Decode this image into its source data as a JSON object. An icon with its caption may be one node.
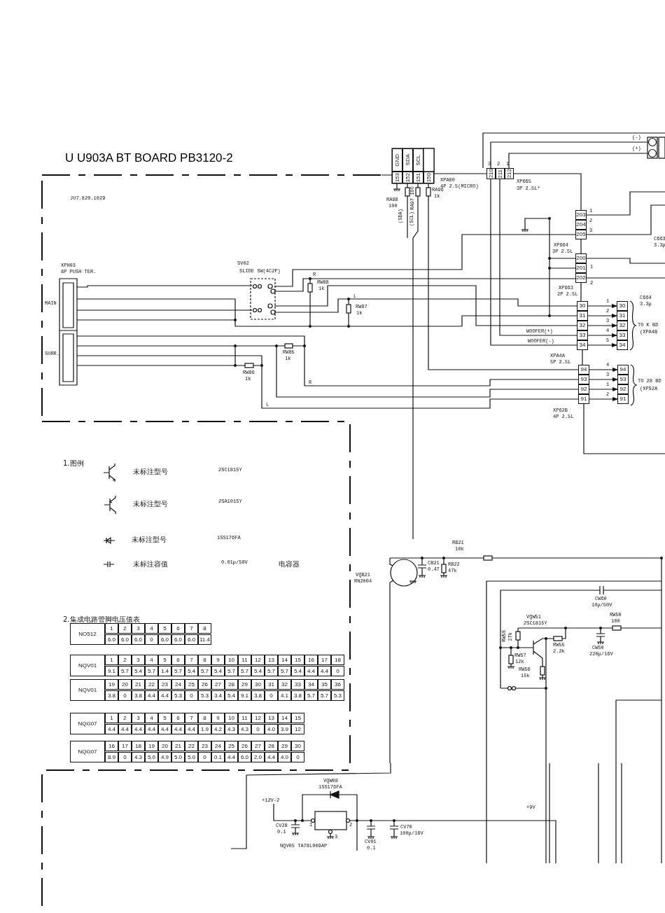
{
  "diagram": {
    "title": "U U903A BT BOARD PB3120-2",
    "labels": [
      "JU7.820.1029",
      "XPH03",
      "8P PUSH TER.",
      "MAIN",
      "SURR.",
      "SV02",
      "SLIDE SW(4C2P)",
      "R",
      "RW88",
      "1k",
      "L",
      "RW87",
      "1k",
      "RW85",
      "1k",
      "RW86",
      "1k",
      "R",
      "L",
      "GND",
      "SDA",
      "SCL",
      "153",
      "152",
      "151",
      "150",
      "XPA00",
      "4P 2.5(MICRO)",
      "RA98",
      "100",
      "(SDA)",
      "(SCL)",
      "RA97",
      "100",
      "RA96",
      "1k",
      "3",
      "2",
      "1",
      "210",
      "211",
      "212",
      "XP665",
      "3P 2.5L*",
      "(-)",
      "(+)",
      "203",
      "204",
      "205",
      "1",
      "2",
      "3",
      "XP664",
      "3P 2.5L",
      "200",
      "201",
      "202",
      "1",
      "2",
      "XP663",
      "2P 2.5L",
      "C663",
      "3.3μ",
      "30",
      "31",
      "32",
      "33",
      "34",
      "1",
      "2",
      "3",
      "4",
      "5",
      "30",
      "31",
      "32",
      "33",
      "34",
      "WOOFER(+)",
      "WOOFER(-)",
      "XPA4A",
      "5P 2.5L",
      "C664",
      "3.3μ",
      "TO K BD",
      "(XPA4B",
      "94",
      "93",
      "92",
      "91",
      "4",
      "3",
      "1",
      "2",
      "94",
      "93",
      "92",
      "91",
      "XP62B",
      "4P 2.5L",
      "TO 28 BD",
      "(XPS2A",
      "1.图例",
      "未标注型号",
      "2SC1815Y",
      "未标注型号",
      "2SA1015Y",
      "未标注型号",
      "1SS176FA",
      "未标注容值",
      "0.01μ/50V",
      "电容器",
      "2.集成电路管脚电压值表",
      "NO512",
      "1",
      "2",
      "3",
      "4",
      "5",
      "6",
      "7",
      "8",
      "6.0",
      "6.0",
      "6.0",
      "0",
      "6.0",
      "6.0",
      "6.0",
      "11.4",
      "NQV01",
      "1",
      "2",
      "3",
      "4",
      "5",
      "6",
      "7",
      "8",
      "9",
      "10",
      "11",
      "12",
      "13",
      "14",
      "15",
      "16",
      "17",
      "18",
      "9.1",
      "5.7",
      "5.4",
      "5.7",
      "1.4",
      "5.7",
      "5.4",
      "5.7",
      "5.4",
      "5.7",
      "5.7",
      "5.4",
      "5.7",
      "5.7",
      "5.4",
      "4.4",
      "4.4",
      "0",
      "NQV01",
      "19",
      "20",
      "21",
      "22",
      "23",
      "24",
      "25",
      "26",
      "27",
      "28",
      "29",
      "30",
      "31",
      "32",
      "33",
      "34",
      "35",
      "36",
      "3.8",
      "0",
      "3.8",
      "4.4",
      "4.4",
      "5.3",
      "0",
      "5.3",
      "3.4",
      "5.4",
      "9.1",
      "3.8",
      "0",
      "4.1",
      "3.8",
      "5.7",
      "5.7",
      "5.3",
      "NQG07",
      "1",
      "2",
      "3",
      "4",
      "5",
      "6",
      "7",
      "8",
      "9",
      "10",
      "11",
      "12",
      "13",
      "14",
      "15",
      "4.4",
      "4.4",
      "4.4",
      "4.4",
      "4.4",
      "4.4",
      "4.4",
      "1.9",
      "4.2",
      "4.3",
      "4.3",
      "0",
      "4.0",
      "3.9",
      "12",
      "NQG07",
      "16",
      "17",
      "18",
      "19",
      "20",
      "21",
      "22",
      "23",
      "24",
      "25",
      "26",
      "27",
      "28",
      "29",
      "30",
      "8.9",
      "0",
      "4.3",
      "5.0",
      "4.9",
      "5.0",
      "5.0",
      "0",
      "0.1",
      "4.4",
      "6.0",
      "2.0",
      "4.4",
      "4.0",
      "0",
      "RB21",
      "10k",
      "VQB21",
      "RN2004",
      "CB21",
      "0.47",
      "RB22",
      "47k",
      "CW60",
      "10μ/50V",
      "VQW51",
      "2SC1815Y",
      "RW50",
      "100",
      "RW58",
      "27k",
      "RW57",
      "12k",
      "RW55",
      "2.2k",
      "CW50",
      "220μ/16V",
      "RW56",
      "15k",
      "VQW08",
      "1SS176FA",
      "+12V-2",
      "CV28",
      "0.1",
      "1",
      "3",
      "2",
      "NQV05 TA78L009AP",
      "CV01",
      "0.1",
      "CV70",
      "100μ/16V",
      "+9V"
    ]
  }
}
